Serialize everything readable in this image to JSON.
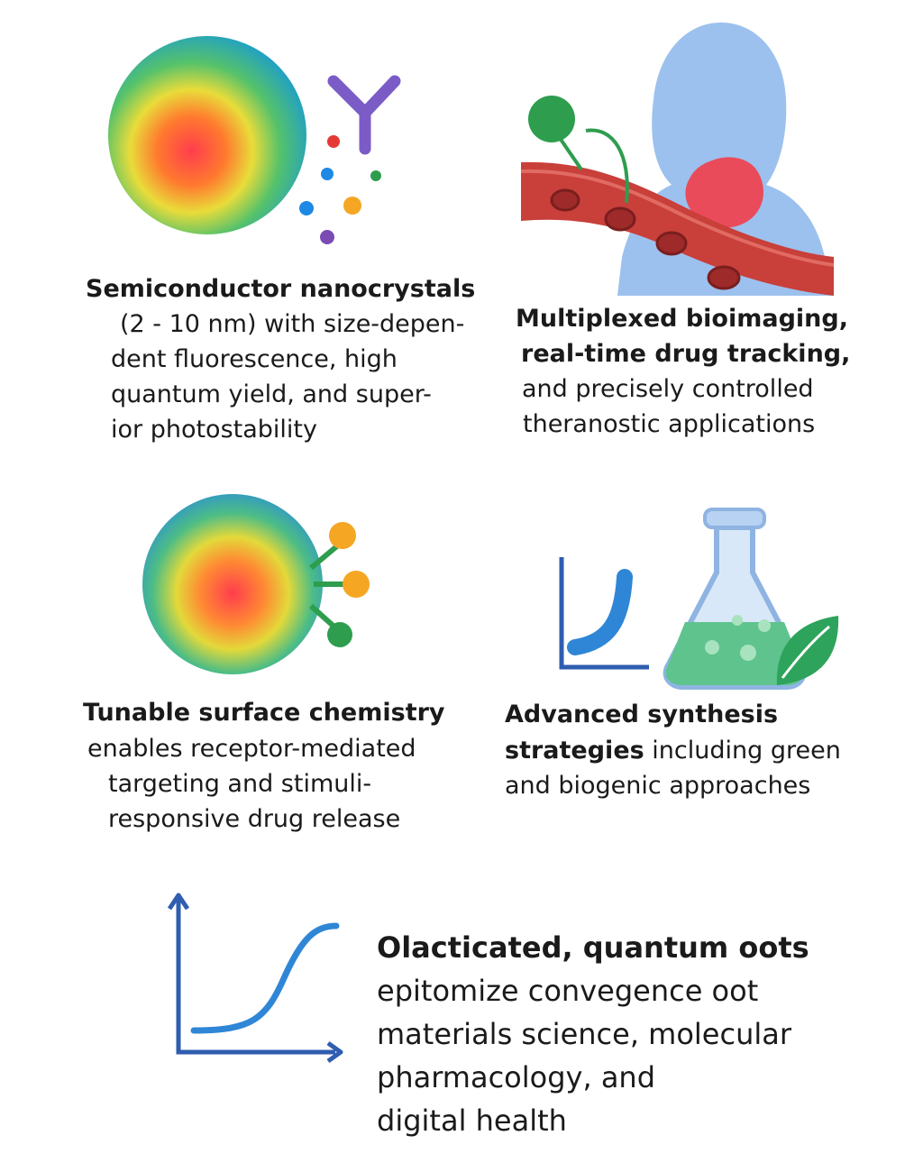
{
  "colors": {
    "dot_red": "#e53935",
    "dot_blue": "#1e88e5",
    "dot_green": "#2e9d4e",
    "dot_orange": "#f5a623",
    "dot_purple": "#7b4bb4",
    "antibody": "#7b5cc7",
    "vessel": "#c93f3a",
    "body": "#9cc1ee",
    "heart": "#ea4b5a",
    "axis": "#2f5db0",
    "curve": "#2f86d6",
    "liquid": "#5fc38e",
    "leaf": "#2ea35b"
  },
  "panel1": {
    "icons": [
      "quantum-dot-sphere",
      "antibody-icon",
      "nanoparticle-dots"
    ],
    "heading": "Semiconductor nanocrystals",
    "lines": [
      "(2 - 10 nm) with size-depen-",
      "dent fluorescence, high",
      "quantum yield, and super-",
      "ior photostability"
    ]
  },
  "panel2": {
    "icons": [
      "blood-vessel",
      "human-silhouette",
      "heart-icon",
      "tracer-probe"
    ],
    "lines_bold": [
      "Multiplexed bioimaging,",
      "real-time drug tracking,"
    ],
    "lines": [
      "and precisely controlled",
      "theranostic applications"
    ]
  },
  "panel3": {
    "icons": [
      "functionalized-dot-sphere",
      "ligand-icon"
    ],
    "heading": "Tunable surface chemistry",
    "lines": [
      "enables receptor-mediated",
      "targeting and stimuli-",
      "responsive drug release"
    ]
  },
  "panel4": {
    "icons": [
      "growth-curve-chart",
      "flask-icon",
      "leaf-icon"
    ],
    "heading": "Advanced synthesis",
    "line2_bold": "strategies",
    "line2_rest": " including green",
    "line3": "and biogenic approaches"
  },
  "panel5": {
    "icons": [
      "sigmoid-chart"
    ],
    "heading": "Olacticated, quantum oots",
    "lines": [
      "epitomize convegence oot",
      "materials science, molecular",
      "pharmacology, and",
      "digital health"
    ]
  }
}
